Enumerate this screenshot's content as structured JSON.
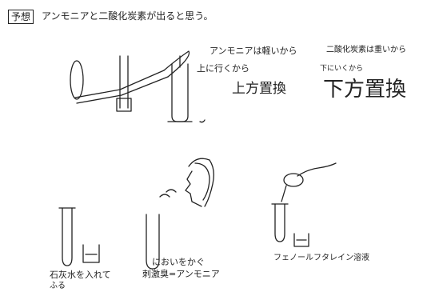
{
  "heading": {
    "label": "予想",
    "text": "アンモニアと二酸化炭素が出ると思う。"
  },
  "upper_section": {
    "ammonia_note_line1": "アンモニアは軽いから",
    "ammonia_note_line2": "上に行くから",
    "ammonia_method": "上方置換",
    "co2_note_line1": "二酸化炭素は重いから",
    "co2_note_line2": "下にいくから",
    "co2_method": "下方置換"
  },
  "lower_section": {
    "limewater_line1": "石灰水を入れて",
    "limewater_line2": "ふる",
    "smell_line1": "においをかぐ",
    "smell_line2": "刺激臭=アンモニア",
    "phenolphthalein_label": "フェノールフタレイン溶液"
  }
}
